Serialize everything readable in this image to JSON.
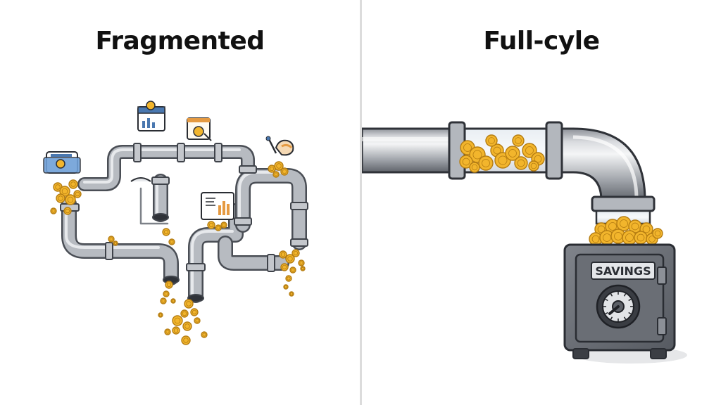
{
  "left": {
    "title": "Fragmented"
  },
  "right": {
    "title": "Full-cyle"
  },
  "safe": {
    "label": "SAVINGS"
  },
  "colors": {
    "pipe": "#9a9ea4",
    "pipe_dark": "#5b5f66",
    "pipe_light": "#d4d6da",
    "coin": "#f2b52c",
    "coin_edge": "#b57d12",
    "safe": "#6c7077",
    "divider": "#dcdcdc"
  },
  "icons": [
    "report-card-icon",
    "bar-chart-doc-icon",
    "pie-chart-doc-icon",
    "analytics-card-icon",
    "hand-tool-icon",
    "safe-dial-icon",
    "coin-icon"
  ]
}
